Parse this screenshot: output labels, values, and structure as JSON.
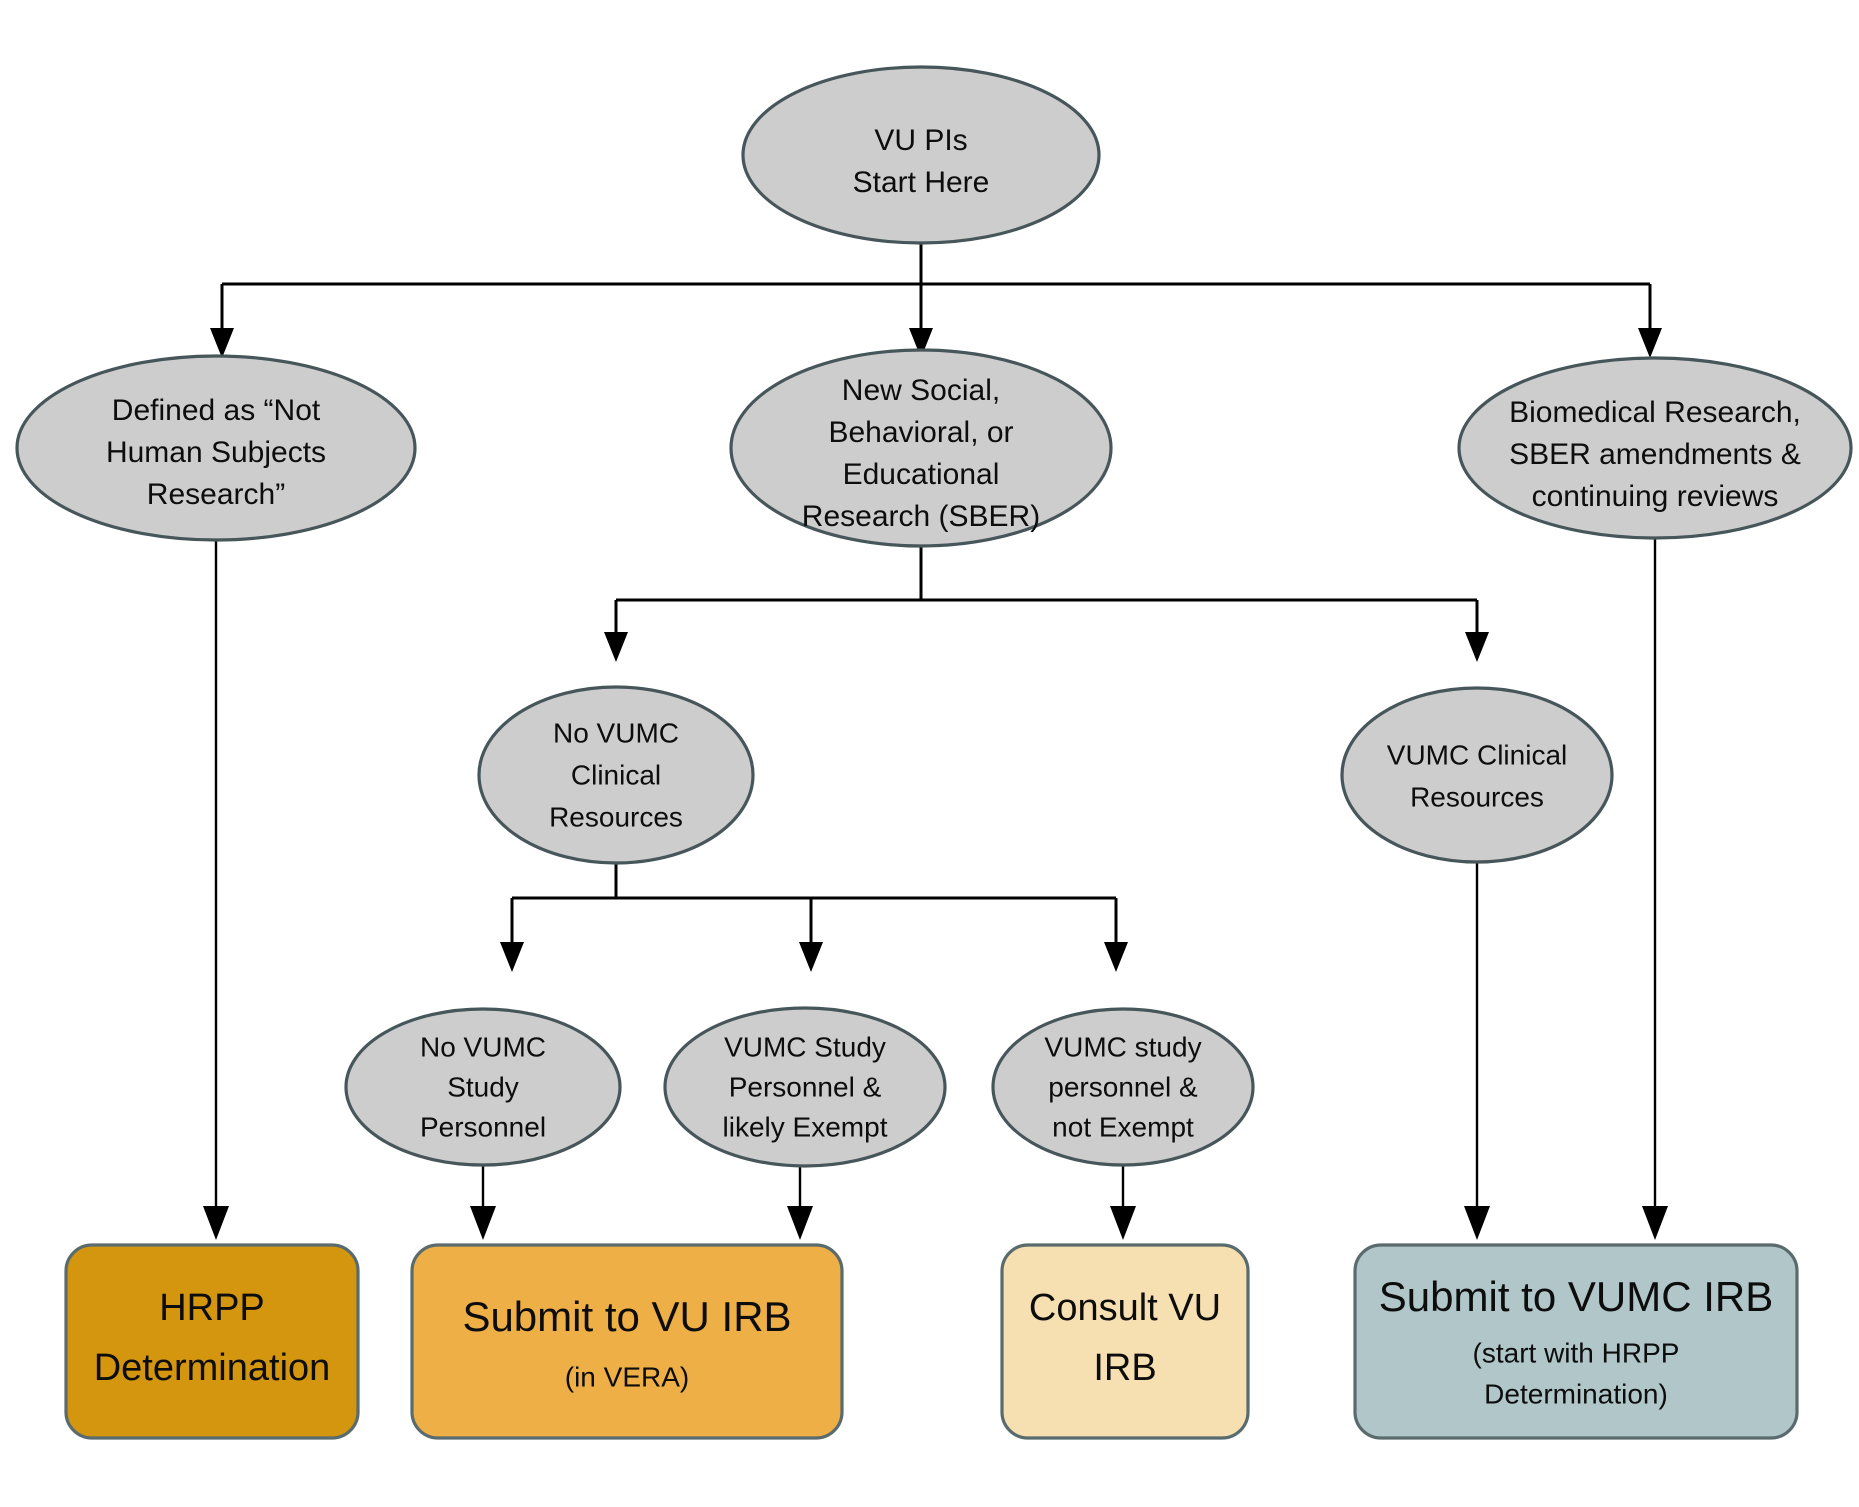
{
  "diagram": {
    "title": "VU PI IRB Submission Decision Flowchart",
    "colors": {
      "ellipse_fill": "#cdcdcd",
      "ellipse_stroke": "#46565a",
      "box_stroke": "#5a6b6e",
      "hrpp_fill": "#d4960f",
      "vu_irb_fill": "#edaf46",
      "consult_fill": "#f6dfb0",
      "vumc_irb_fill": "#b0c6c9",
      "connector": "#000000",
      "text": "#0d0d0d"
    },
    "nodes": {
      "start": {
        "shape": "ellipse",
        "lines": [
          "VU PIs",
          "Start  Here"
        ]
      },
      "not_human_subjects": {
        "shape": "ellipse",
        "lines": [
          "Defined as “Not",
          "Human Subjects",
          "Research”"
        ]
      },
      "sber": {
        "shape": "ellipse",
        "lines": [
          "New Social,",
          "Behavioral, or",
          "Educational",
          "Research (SBER)"
        ]
      },
      "biomedical": {
        "shape": "ellipse",
        "lines": [
          "Biomedical Research,",
          "SBER amendments &",
          "continuing reviews"
        ]
      },
      "no_vumc_clinical": {
        "shape": "ellipse",
        "lines": [
          "No VUMC",
          "Clinical",
          "Resources"
        ]
      },
      "vumc_clinical": {
        "shape": "ellipse",
        "lines": [
          "VUMC Clinical",
          "Resources"
        ]
      },
      "no_vumc_personnel": {
        "shape": "ellipse",
        "lines": [
          "No VUMC",
          "Study",
          "Personnel"
        ]
      },
      "vumc_personnel_exempt": {
        "shape": "ellipse",
        "lines": [
          "VUMC Study",
          "Personnel &",
          "likely Exempt"
        ]
      },
      "vumc_personnel_not_exempt": {
        "shape": "ellipse",
        "lines": [
          "VUMC study",
          "personnel &",
          "not Exempt"
        ]
      },
      "hrpp_determination": {
        "shape": "rounded-box",
        "lines": [
          "HRPP",
          "Determination"
        ],
        "sublines": []
      },
      "submit_vu_irb": {
        "shape": "rounded-box",
        "lines": [
          "Submit to VU IRB"
        ],
        "sublines": [
          "(in VERA)"
        ]
      },
      "consult_vu_irb": {
        "shape": "rounded-box",
        "lines": [
          "Consult VU",
          "IRB"
        ],
        "sublines": []
      },
      "submit_vumc_irb": {
        "shape": "rounded-box",
        "lines": [
          "Submit to VUMC IRB"
        ],
        "sublines": [
          "(start with HRPP",
          "Determination)"
        ]
      }
    },
    "edges": [
      {
        "from": "start",
        "to": "not_human_subjects"
      },
      {
        "from": "start",
        "to": "sber"
      },
      {
        "from": "start",
        "to": "biomedical"
      },
      {
        "from": "sber",
        "to": "no_vumc_clinical"
      },
      {
        "from": "sber",
        "to": "vumc_clinical"
      },
      {
        "from": "no_vumc_clinical",
        "to": "no_vumc_personnel"
      },
      {
        "from": "no_vumc_clinical",
        "to": "vumc_personnel_exempt"
      },
      {
        "from": "no_vumc_clinical",
        "to": "vumc_personnel_not_exempt"
      },
      {
        "from": "not_human_subjects",
        "to": "hrpp_determination"
      },
      {
        "from": "no_vumc_personnel",
        "to": "submit_vu_irb"
      },
      {
        "from": "vumc_personnel_exempt",
        "to": "submit_vu_irb"
      },
      {
        "from": "vumc_personnel_not_exempt",
        "to": "consult_vu_irb"
      },
      {
        "from": "vumc_clinical",
        "to": "submit_vumc_irb"
      },
      {
        "from": "biomedical",
        "to": "submit_vumc_irb"
      }
    ]
  }
}
